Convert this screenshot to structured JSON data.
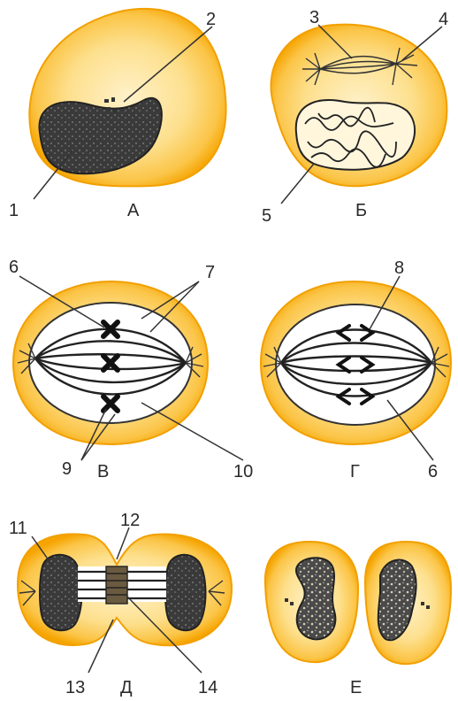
{
  "palette": {
    "cell_edge": "#f6a400",
    "cell_mid": "#fbc548",
    "cell_center": "#fff1c9",
    "nucleus": "#2a2a2a",
    "line": "#333333"
  },
  "panels": {
    "a": "А",
    "b": "Б",
    "v": "В",
    "g": "Г",
    "d": "Д",
    "e": "Е"
  },
  "numbers": {
    "n1": "1",
    "n2": "2",
    "n3": "3",
    "n4": "4",
    "n5": "5",
    "n6a": "6",
    "n6b": "6",
    "n7": "7",
    "n8": "8",
    "n9": "9",
    "n10": "10",
    "n11": "11",
    "n12": "12",
    "n13": "13",
    "n14": "14"
  }
}
